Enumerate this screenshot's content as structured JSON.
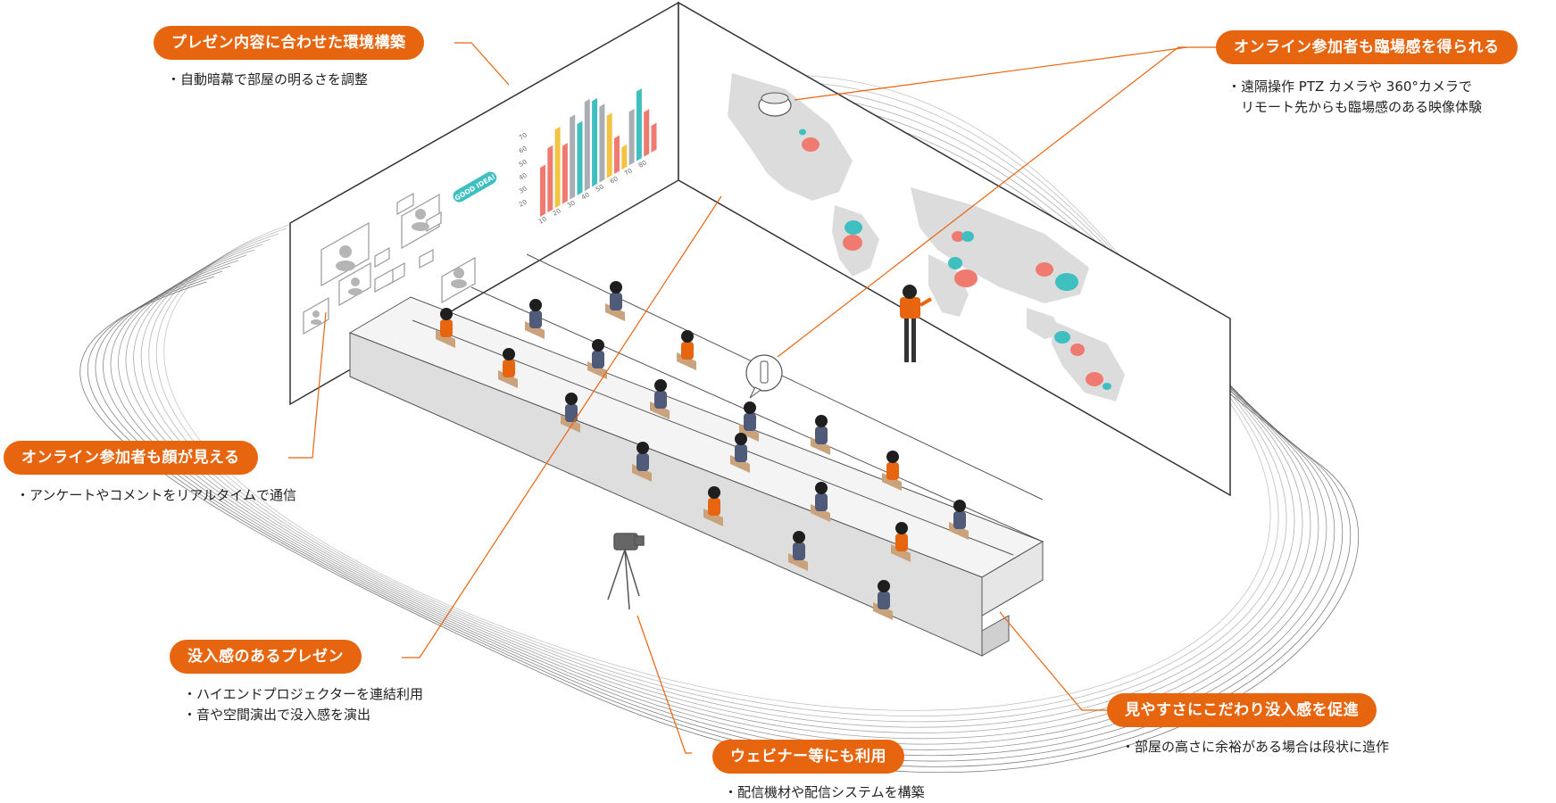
{
  "callouts": [
    {
      "label": "プレゼン内容に合わせた環境構築",
      "notes": [
        "自動暗幕で部屋の明るさを調整"
      ]
    },
    {
      "label": "オンライン参加者も臨場感を得られる",
      "notes": [
        "遠隔操作 PTZ カメラや 360°カメラで",
        "リモート先からも臨場感のある映像体験"
      ]
    },
    {
      "label": "オンライン参加者も顔が見える",
      "notes": [
        "アンケートやコメントをリアルタイムで通信"
      ]
    },
    {
      "label": "没入感のあるプレゼン",
      "notes": [
        "ハイエンドプロジェクターを連結利用",
        "音や空間演出で没入感を演出"
      ]
    },
    {
      "label": "ウェビナー等にも利用",
      "notes": [
        "配信機材や配信システムを構築"
      ]
    },
    {
      "label": "見やすさにこだわり没入感を促進",
      "notes": [
        "部屋の高さに余裕がある場合は段状に造作"
      ]
    }
  ],
  "screen_chart": {
    "x_ticks": [
      "10",
      "20",
      "30",
      "40",
      "50",
      "60",
      "70",
      "80"
    ],
    "y_ticks": [
      "20",
      "30",
      "40",
      "50",
      "60",
      "70"
    ],
    "badge": "GOOD IDEA!"
  },
  "colors": {
    "accent": "#e8650f",
    "teal": "#3fbfc0",
    "red": "#ef7b70",
    "yellow": "#f5c343",
    "gray": "#a9adb4",
    "seat_dark": "#4f5b78"
  }
}
